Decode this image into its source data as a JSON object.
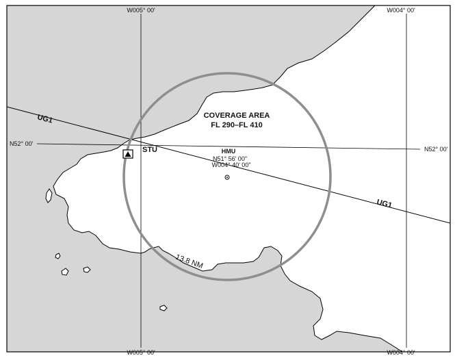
{
  "meridians": {
    "west": {
      "top_label": "W005° 00'",
      "bottom_label": "W005° 00'"
    },
    "east": {
      "top_label": "W004° 00'",
      "bottom_label": "W004° 00'"
    }
  },
  "parallel": {
    "left_label": "N52° 00'",
    "right_label": "N52° 00'"
  },
  "coverage": {
    "title": "COVERAGE AREA",
    "levels": "FL 290–FL 410",
    "radius_label": "13.8 NM"
  },
  "navaid_hmu": {
    "ident": "HMU",
    "lat": "N51° 56' 00\"",
    "lon": "W004° 40' 00\""
  },
  "navaid_stu": {
    "ident": "STU"
  },
  "airway": {
    "ident_upper": "UG1",
    "ident_lower": "UG1"
  },
  "colors": {
    "land": "#ffffff",
    "sea": "#d6d6d6",
    "coastline": "#000000",
    "ring": "#8e8e8e",
    "lines": "#000000"
  }
}
